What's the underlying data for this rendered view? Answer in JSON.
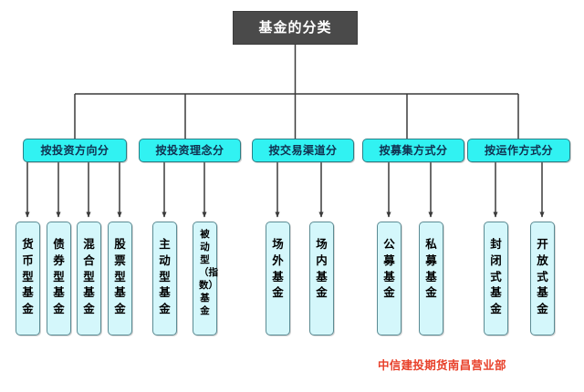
{
  "chart_data": {
    "type": "diagram",
    "title": "基金的分类",
    "layout": "top-down tree, 3 levels",
    "root": {
      "label": "基金的分类"
    },
    "branches": [
      {
        "label": "按投资方向分",
        "children": [
          "货币型基金",
          "债券型基金",
          "混合型基金",
          "股票型基金"
        ]
      },
      {
        "label": "按投资理念分",
        "children": [
          "主动型基金",
          "被动型（指数）基金"
        ]
      },
      {
        "label": "按交易渠道分",
        "children": [
          "场外基金",
          "场内基金"
        ]
      },
      {
        "label": "按募集方式分",
        "children": [
          "公募基金",
          "私募基金"
        ]
      },
      {
        "label": "按运作方式分",
        "children": [
          "封闭式基金",
          "开放式基金"
        ]
      }
    ]
  },
  "diagram": {
    "root": {
      "label": "基金的分类"
    },
    "categories": [
      {
        "label": "按投资方向分"
      },
      {
        "label": "按投资理念分"
      },
      {
        "label": "按交易渠道分"
      },
      {
        "label": "按募集方式分"
      },
      {
        "label": "按运作方式分"
      }
    ],
    "leaves": [
      {
        "label": "货币型基金"
      },
      {
        "label": "债券型基金"
      },
      {
        "label": "混合型基金"
      },
      {
        "label": "股票型基金"
      },
      {
        "label": "主动型基金"
      },
      {
        "label": "被动型（指数）基金"
      },
      {
        "label": "场外基金"
      },
      {
        "label": "场内基金"
      },
      {
        "label": "公募基金"
      },
      {
        "label": "私募基金"
      },
      {
        "label": "封闭式基金"
      },
      {
        "label": "开放式基金"
      }
    ],
    "watermark": "中信建投期货南昌营业部",
    "colors": {
      "root_fill": "#4a4a4a",
      "root_text": "#ffffff",
      "category_fill": "#31f2f2",
      "category_text": "#10304f",
      "leaf_fill": "#d4f7fb",
      "leaf_text": "#000000",
      "connector": "#3a3a3a",
      "watermark_text": "#e8402a",
      "background": "#ffffff"
    }
  }
}
